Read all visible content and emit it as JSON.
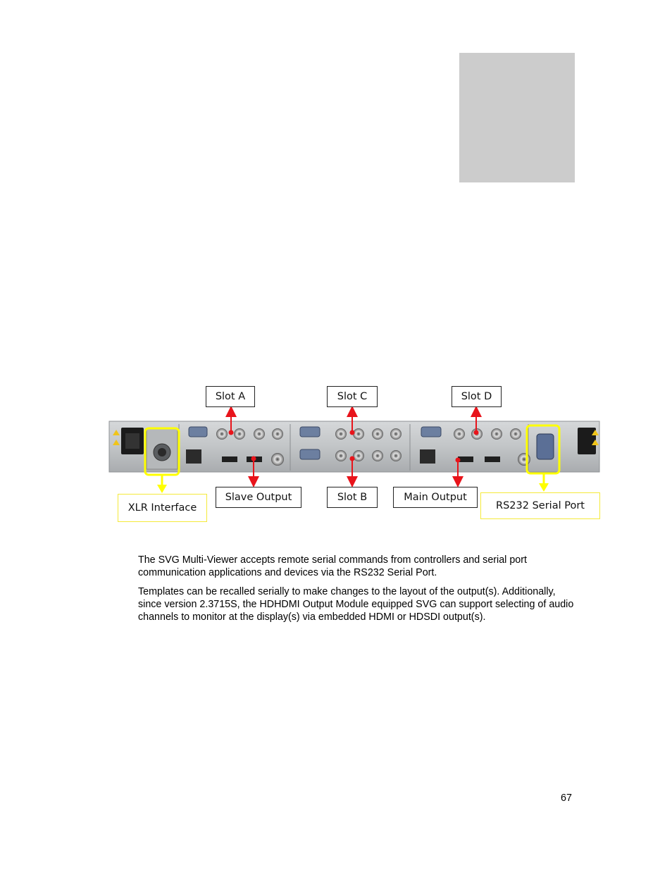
{
  "figure": {
    "callouts": {
      "slot_a": "Slot A",
      "slot_c": "Slot C",
      "slot_d": "Slot D",
      "xlr_interface": "XLR Interface",
      "slave_output": "Slave Output",
      "slot_b": "Slot B",
      "main_output": "Main Output",
      "rs232_serial_port": "RS232 Serial Port"
    },
    "colors": {
      "red_arrow": "#e8141b",
      "yellow_highlight": "#ffff00",
      "panel": "#bfc2c4"
    }
  },
  "paragraphs": [
    "The SVG Multi-Viewer accepts remote serial commands from controllers and serial port communication applications and devices via the RS232 Serial Port.",
    "Templates can be recalled serially to make changes to the layout of the output(s). Additionally, since version 2.3715S, the HDHDMI Output Module equipped SVG can support selecting of audio channels to monitor at the display(s) via embedded HDMI or HDSDI  output(s)."
  ],
  "page_number": "67"
}
